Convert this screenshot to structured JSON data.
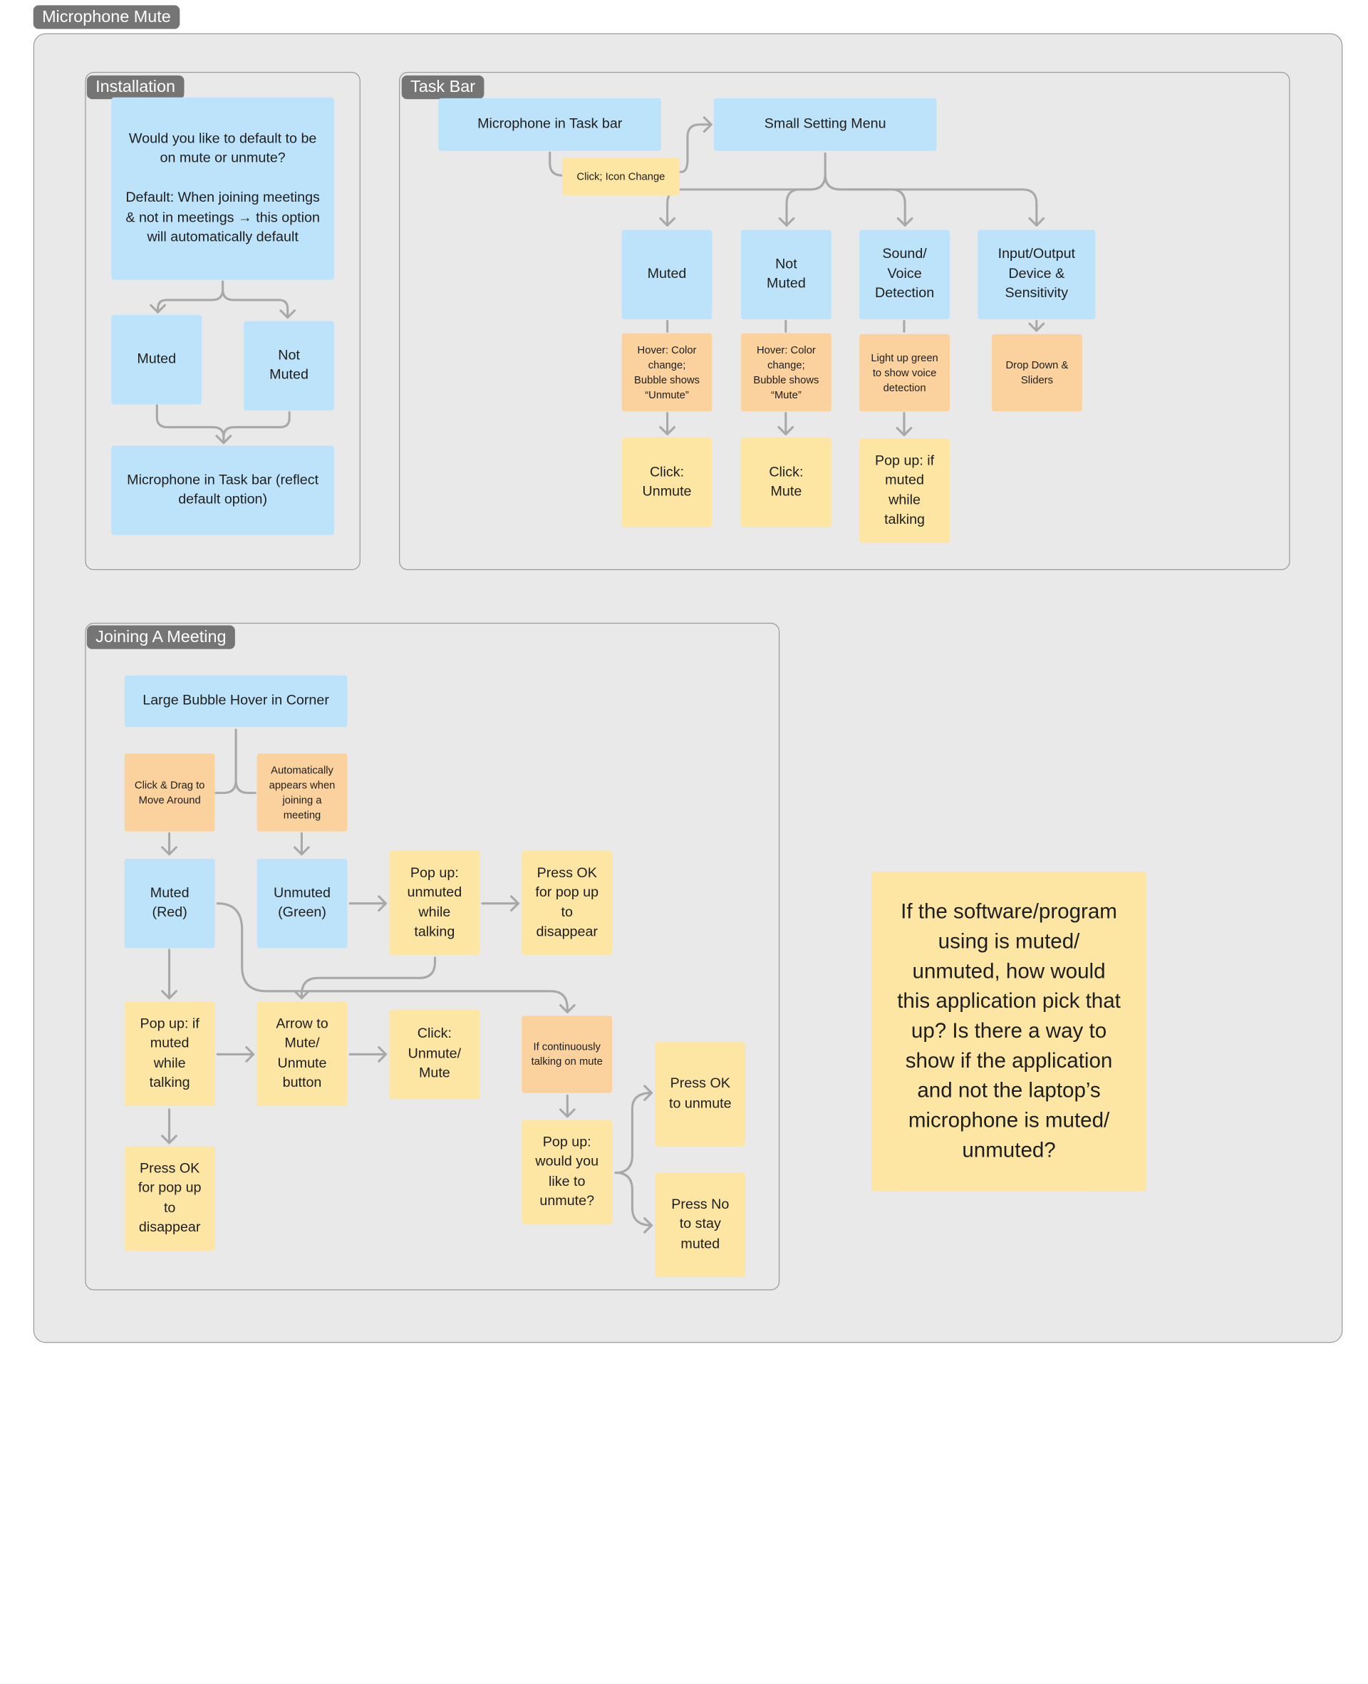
{
  "board": {
    "title": "Microphone Mute"
  },
  "sections": {
    "installation": {
      "title": "Installation",
      "question": "Would you like to default to be on mute or unmute?\n\nDefault: When joining meetings & not in meetings → this option will automatically default",
      "muted": "Muted",
      "not_muted": "Not\nMuted",
      "taskbar_result": "Microphone in Task bar (reflect default option)"
    },
    "taskbar": {
      "title": "Task Bar",
      "mic_in_taskbar": "Microphone in Task bar",
      "click_icon_change": "Click; Icon Change",
      "small_setting_menu": "Small Setting Menu",
      "muted": "Muted",
      "not_muted": "Not\nMuted",
      "sound_voice": "Sound/\nVoice\nDetection",
      "io_device": "Input/Output\nDevice &\nSensitivity",
      "hover_unmute": "Hover: Color change; Bubble shows “Unmute”",
      "hover_mute": "Hover: Color change; Bubble shows “Mute”",
      "light_up_green": "Light up green to show voice detection",
      "drop_down": "Drop Down & Sliders",
      "click_unmute": "Click:\nUnmute",
      "click_mute": "Click:\nMute",
      "popup_muted_talking": "Pop up: if\nmuted\nwhile\ntalking"
    },
    "joining": {
      "title": "Joining A Meeting",
      "large_bubble": "Large Bubble Hover in Corner",
      "click_drag": "Click & Drag to Move Around",
      "auto_appears": "Automatically appears when joining a meeting",
      "muted_red": "Muted\n(Red)",
      "unmuted_green": "Unmuted\n(Green)",
      "popup_unmuted_talking": "Pop up:\nunmuted\nwhile\ntalking",
      "press_ok_disappear_1": "Press OK\nfor pop up\nto\ndisappear",
      "popup_muted_talking": "Pop up: if\nmuted\nwhile\ntalking",
      "arrow_button": "Arrow to\nMute/\nUnmute\nbutton",
      "click_unmute_mute": "Click:\nUnmute/\nMute",
      "continuously_talking": "If continuously talking on mute",
      "popup_would_unmute": "Pop up:\nwould you\nlike to\nunmute?",
      "press_ok_unmute": "Press OK\nto unmute",
      "press_no_stay": "Press No\nto stay\nmuted",
      "press_ok_disappear_2": "Press OK\nfor pop up\nto\ndisappear"
    }
  },
  "note": "If the software/program using is muted/ unmuted, how would this application pick that up? Is there a way to show if the application and not the laptop’s microphone is muted/ unmuted?",
  "colors": {
    "blue": "#bde3fb",
    "yellow": "#fde5a3",
    "orange": "#fbd19d",
    "connector": "#a8a8a8",
    "tag": "#757575"
  }
}
